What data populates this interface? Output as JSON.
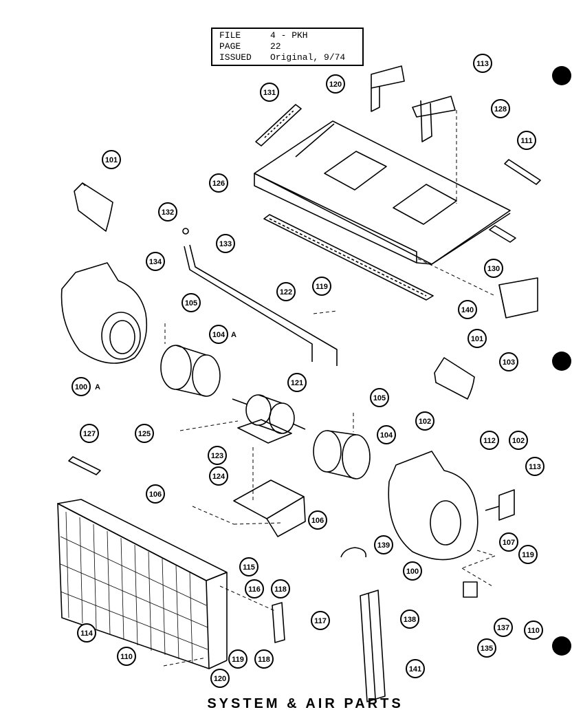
{
  "header": {
    "file_label": "FILE",
    "file_value": "4 - PKH",
    "page_label": "PAGE",
    "page_value": "22",
    "issued_label": "ISSUED",
    "issued_value": "Original, 9/74"
  },
  "footer": {
    "title": "SYSTEM & AIR PARTS"
  },
  "callouts": [
    {
      "id": "c113a",
      "label": "113"
    },
    {
      "id": "c120",
      "label": "120"
    },
    {
      "id": "c128",
      "label": "128"
    },
    {
      "id": "c131",
      "label": "131"
    },
    {
      "id": "c111",
      "label": "111"
    },
    {
      "id": "c101a",
      "label": "101"
    },
    {
      "id": "c126",
      "label": "126"
    },
    {
      "id": "c132",
      "label": "132"
    },
    {
      "id": "c133",
      "label": "133"
    },
    {
      "id": "c134",
      "label": "134"
    },
    {
      "id": "c130",
      "label": "130"
    },
    {
      "id": "c122",
      "label": "122"
    },
    {
      "id": "c119a",
      "label": "119"
    },
    {
      "id": "c140",
      "label": "140"
    },
    {
      "id": "c105a",
      "label": "105"
    },
    {
      "id": "c104a",
      "label": "104"
    },
    {
      "id": "c100a",
      "label": "100"
    },
    {
      "id": "c101b",
      "label": "101"
    },
    {
      "id": "c103",
      "label": "103"
    },
    {
      "id": "c121",
      "label": "121"
    },
    {
      "id": "c105b",
      "label": "105"
    },
    {
      "id": "c102a",
      "label": "102"
    },
    {
      "id": "c125",
      "label": "125"
    },
    {
      "id": "c104b",
      "label": "104"
    },
    {
      "id": "c127",
      "label": "127"
    },
    {
      "id": "c112",
      "label": "112"
    },
    {
      "id": "c102b",
      "label": "102"
    },
    {
      "id": "c123",
      "label": "123"
    },
    {
      "id": "c113b",
      "label": "113"
    },
    {
      "id": "c124",
      "label": "124"
    },
    {
      "id": "c106a",
      "label": "106"
    },
    {
      "id": "c106b",
      "label": "106"
    },
    {
      "id": "c107",
      "label": "107"
    },
    {
      "id": "c139",
      "label": "139"
    },
    {
      "id": "c119b",
      "label": "119"
    },
    {
      "id": "c100b",
      "label": "100"
    },
    {
      "id": "c115",
      "label": "115"
    },
    {
      "id": "c116",
      "label": "116"
    },
    {
      "id": "c118a",
      "label": "118"
    },
    {
      "id": "c117",
      "label": "117"
    },
    {
      "id": "c138",
      "label": "138"
    },
    {
      "id": "c114",
      "label": "114"
    },
    {
      "id": "c137",
      "label": "137"
    },
    {
      "id": "c110a",
      "label": "110"
    },
    {
      "id": "c135",
      "label": "135"
    },
    {
      "id": "c110b",
      "label": "110"
    },
    {
      "id": "c119c",
      "label": "119"
    },
    {
      "id": "c118b",
      "label": "118"
    },
    {
      "id": "c120b",
      "label": "120"
    },
    {
      "id": "c141",
      "label": "141"
    }
  ],
  "suffixes": {
    "a1": "A",
    "a2": "A"
  }
}
